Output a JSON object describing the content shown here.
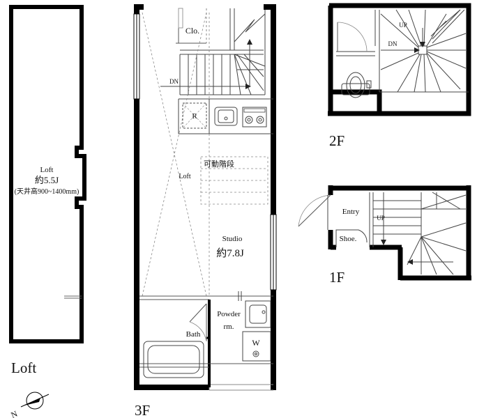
{
  "loft": {
    "room_name": "Loft",
    "size": "約5.5J",
    "note": "(天井高900~1400mm)",
    "floor_title": "Loft"
  },
  "floor3": {
    "closet": "Clo.",
    "dn": "DN",
    "fridge": "R",
    "movable_stairs": "可動階段",
    "loft_label": "Loft",
    "studio_name": "Studio",
    "studio_size": "約7.8J",
    "powder_line1": "Powder",
    "powder_line2": "rm.",
    "washer": "W",
    "bath": "Bath",
    "floor_title": "3F"
  },
  "floor2": {
    "up": "UP",
    "dn": "DN",
    "floor_title": "2F"
  },
  "floor1": {
    "entry": "Entry",
    "up": "UP",
    "shoe": "Shoe.",
    "floor_title": "1F"
  },
  "compass": {
    "north": "N"
  }
}
